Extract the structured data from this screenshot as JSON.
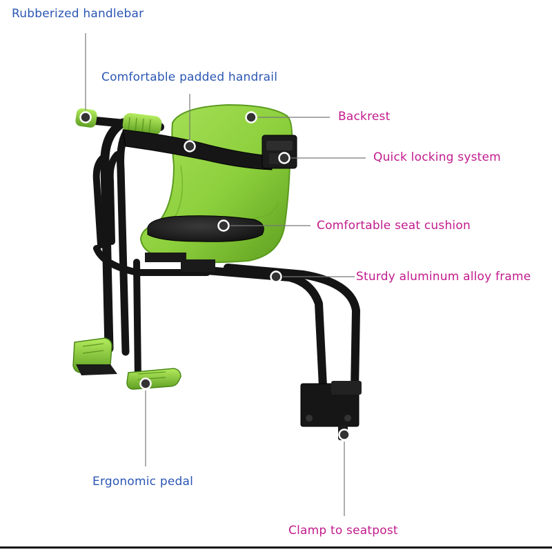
{
  "callouts": {
    "handlebar": "Rubberized handlebar",
    "handrail": "Comfortable padded handrail",
    "backrest": "Backrest",
    "locking": "Quick locking system",
    "cushion": "Comfortable seat cushion",
    "frame": "Sturdy aluminum alloy frame",
    "pedal": "Ergonomic pedal",
    "clamp": "Clamp to seatpost"
  },
  "colors": {
    "seat_green": "#8fd13f",
    "frame_black": "#141414",
    "label_blue": "#2b56b3",
    "label_magenta": "#c21a8c",
    "leader": "#777777"
  }
}
